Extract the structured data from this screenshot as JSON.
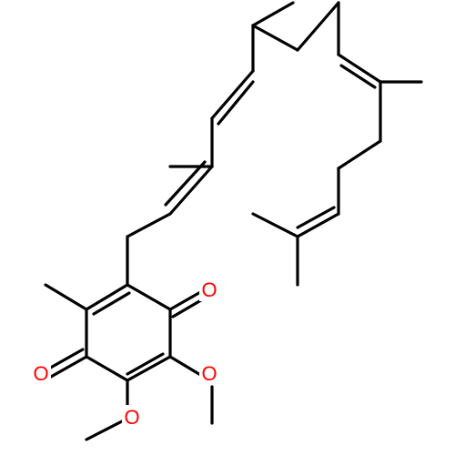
{
  "molecule": {
    "atom_labels": [
      {
        "name": "ketone-oxygen-upper",
        "text": "O",
        "color": "#ff0000"
      },
      {
        "name": "ketone-oxygen-lower",
        "text": "O",
        "color": "#ff0000"
      },
      {
        "name": "methoxy-oxygen-right",
        "text": "O",
        "color": "#ff0000"
      },
      {
        "name": "methoxy-oxygen-left",
        "text": "O",
        "color": "#ff0000"
      }
    ],
    "bond_color": "#000000",
    "background": "#ffffff"
  }
}
